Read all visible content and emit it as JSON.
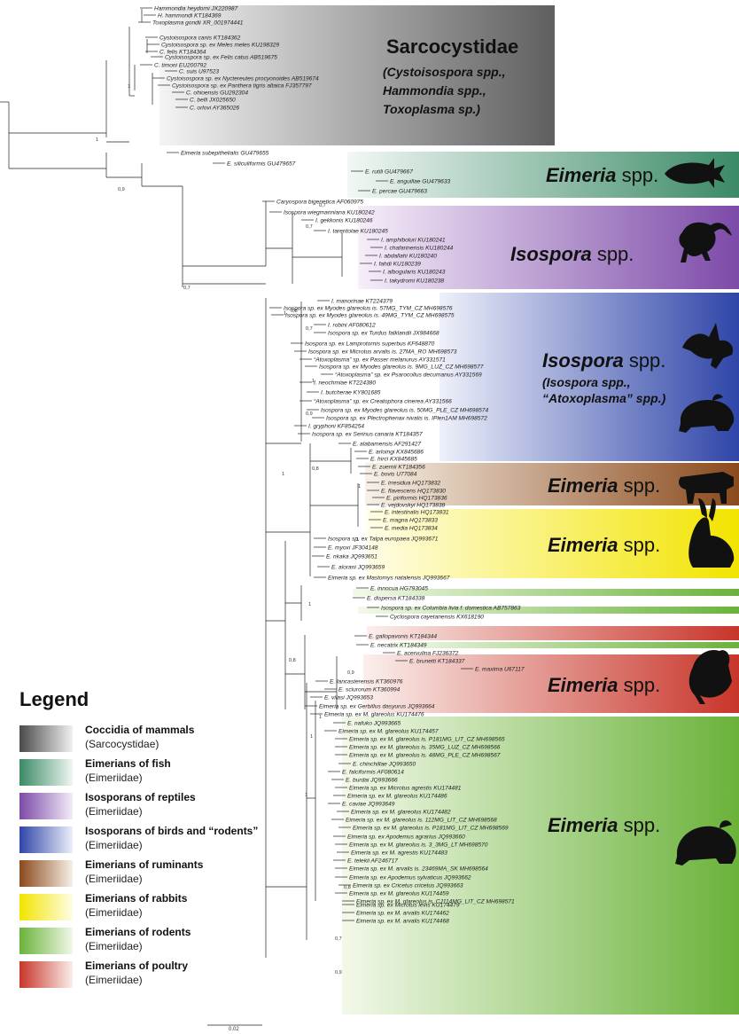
{
  "clades": [
    {
      "id": "sarco",
      "title": "Sarcocystidae",
      "lines": [
        "(Cystoisospora spp.,",
        "Hammondia spp.,",
        "Toxoplasma sp.)"
      ],
      "colors": [
        "#f4f4f4",
        "#5f5f5f"
      ]
    },
    {
      "id": "fish",
      "genus": "Eimeria",
      "spp": " spp.",
      "colors": [
        "#f2f8f5",
        "#3b8a66"
      ]
    },
    {
      "id": "reptile",
      "genus": "Isospora",
      "spp": " spp.",
      "colors": [
        "#f6eef9",
        "#7c4aa8"
      ]
    },
    {
      "id": "birds",
      "genus": "Isospora",
      "spp": " spp.",
      "sub1": "(Isospora spp.,",
      "sub2": "“Atoxoplasma” spp.)",
      "colors": [
        "#eef0fa",
        "#2f45a8"
      ]
    },
    {
      "id": "rumin",
      "genus": "Eimeria",
      "spp": " spp.",
      "colors": [
        "#f8f1e8",
        "#8a4a1c"
      ]
    },
    {
      "id": "rabbit",
      "genus": "Eimeria",
      "spp": " spp.",
      "colors": [
        "#fffde6",
        "#f2e400"
      ]
    },
    {
      "id": "poultry",
      "genus": "Eimeria",
      "spp": " spp.",
      "colors": [
        "#fbefec",
        "#c8352a"
      ]
    },
    {
      "id": "rodent",
      "genus": "Eimeria",
      "spp": " spp.",
      "colors": [
        "#f3f9ea",
        "#6ab23a"
      ]
    }
  ],
  "leaves": [
    "Hammondia heydorni JX220987",
    "H. hammondi KT184369",
    "Toxoplasma gondii XR_001974441",
    "Cystoisospora canis KT184362",
    "Cystoisospora sp. ex Meles meles KU198329",
    "C. felis KT184364",
    "Cystoisospora sp. ex Felis catus AB519675",
    "C. timoni EU200792",
    "C. suis U97523",
    "Cystoisospora sp. ex Nyctereutes procyonoides AB519674",
    "Cystoisospora sp. ex Panthera tigris altaica FJ357797",
    "C. ohioensis GU292304",
    "C. belli JX025650",
    "C. orlovi AY365026",
    "Eimeria subepithelialis GU479655",
    "E. siliculiformis GU479657",
    "E. rutili GU479667",
    "E. anguillae GU479633",
    "E. percae GU479663",
    "Caryospora bigenetica AF060975",
    "Isospora wiegmanniana KU180242",
    "I. gekkonis KU180246",
    "I. tarentolae KU180245",
    "I. amphiboluri KU180241",
    "I. chafarinensis KU180244",
    "I. abdallahi KU180240",
    "I. fahdi KU180239",
    "I. albogularis KU180243",
    "I. takydromi KU180238",
    "I. manorinae KT224379",
    "Isospora sp. ex Myodes glareolus is. 57MG_TYM_CZ MH698576",
    "Isospora sp. ex Myodes glareolus is. 49MG_TYM_CZ MH698575",
    "I. robini AF080612",
    "Isospora sp. ex Turdus falklandii JX984668",
    "Isospora sp. ex Lamprotornis superbus KF648870",
    "Isospora sp. ex Microtus arvalis is. 27MA_RO MH698573",
    "“Atoxoplasma” sp. ex Passer melanurus AY331571",
    "Isospora sp. ex Myodes glareolus is. 9MG_LUZ_CZ MH698577",
    "“Atoxoplasma” sp. ex Psarocolius decumanus AY331569",
    "I. neochmiae KT224380",
    "I. butcherae KY801685",
    "“Atoxoplasma” sp. ex Creatophora cinerea AY331566",
    "Isospora sp. ex Myodes glareolus is. 50MG_PLE_CZ MH698574",
    "Isospora sp. ex Plectrophenax nivalis is. IPlen1AM MH698572",
    "I. gryphoni KF854254",
    "Isospora sp. ex Serinus canaria KT184357",
    "E. alabamensis AF291427",
    "E. arloingi KX845686",
    "E. hirci KX845685",
    "E. zuernii KT184356",
    "E. bovis U77084",
    "E. irresidua HQ173832",
    "E. flavescens HQ173830",
    "E. piriformis HQ173836",
    "E. vejdovskyi HQ173838",
    "E. intestinalis HQ173831",
    "E. magna HQ173833",
    "E. media HQ173834",
    "Isospora sp. ex Talpa europaea JQ993671",
    "E. myoxi JF304148",
    "E. nkaka JQ993651",
    "E. alorani JQ993659",
    "Eimeria sp. ex Mastomys natalensis JQ993667",
    "E. innocua HG793045",
    "E. dispersa KT184338",
    "Isospora sp. ex Columbia livia f. domestica AB757863",
    "Cyclospora cayetanensis KX618190",
    "E. gallopavonis KT184344",
    "E. necatrix KT184349",
    "E. acervulina FJ236372",
    "E. brunetti KT184337",
    "E. maxima U67117",
    "E. lancasterensis KT360976",
    "E. sciurorum KT360994",
    "E. vilasi JQ993653",
    "Eimeria sp. ex Gerbillus dasyurus JQ993664",
    "Eimeria sp. ex M. glareolus KU174476",
    "E. nafuko JQ993665",
    "Eimeria sp. ex M. glareolus KU174457",
    "Eimeria sp. ex M. glareolus is. P181MG_LIT_CZ MH698565",
    "Eimeria sp. ex M. glareolus is. 35MG_LUZ_CZ MH698566",
    "Eimeria sp. ex M. glareolus is. 48MG_PLE_CZ MH698567",
    "E. chinchillae JQ993650",
    "E. falciformis AF080614",
    "E. burdai JQ993666",
    "Eimeria sp. ex Microtus agrestis KU174481",
    "Eimeria sp. ex M. glareolus KU174486",
    "E. caviae JQ993649",
    "Eimeria sp. ex M. glareolus KU174482",
    "Eimeria sp. ex M. glareolus is. 112MG_LIT_CZ MH698568",
    "Eimeria sp. ex M. glareolus is. P181MG_LIT_CZ MH698569",
    "Eimeria sp. ex Apodemus agrarius JQ993660",
    "Eimeria sp. ex M. glareolus is. 3_3MG_LT MH698570",
    "Eimeria sp. ex M. agrestis KU174483",
    "E. telekii AF246717",
    "Eimeria sp. ex M. arvalis is. 23469MA_SK MH698564",
    "Eimeria sp. ex Apodemus sylvaticus JQ993662",
    "Eimeria sp. ex Cricetus cricetus JQ993663",
    "Eimeria sp. ex M. glareolus KU174459",
    "Eimeria sp. ex M. glareolus is. CJ114MG_LIT_CZ MH698571",
    "Eimeria sp. ex Microtus levis KU174479",
    "Eimeria sp. ex M. arvalis KU174462",
    "Eimeria sp. ex M. arvalis KU174468"
  ],
  "support": [
    {
      "v": "1"
    },
    {
      "v": "1"
    },
    {
      "v": "0,9"
    },
    {
      "v": "0,7"
    },
    {
      "v": "0,7"
    },
    {
      "v": "0,7"
    },
    {
      "v": "0,7"
    },
    {
      "v": "1"
    },
    {
      "v": "0,8"
    },
    {
      "v": "1"
    },
    {
      "v": "0,9"
    },
    {
      "v": "0,8"
    },
    {
      "v": "1"
    },
    {
      "v": "1"
    },
    {
      "v": "1"
    },
    {
      "v": "0,8"
    },
    {
      "v": "0,9"
    },
    {
      "v": "1"
    },
    {
      "v": "1"
    },
    {
      "v": "1"
    },
    {
      "v": "1"
    },
    {
      "v": "0,8"
    },
    {
      "v": "0,7"
    },
    {
      "v": "0,9"
    }
  ],
  "legend": {
    "title": "Legend",
    "items": [
      {
        "label": "Coccidia of mammals",
        "sub": "(Sarcocystidae)",
        "colors": [
          "#4a4a4a",
          "#f1f1f1"
        ]
      },
      {
        "label": "Eimerians of fish",
        "sub": "(Eimeriidae)",
        "colors": [
          "#3b8a66",
          "#eef6f1"
        ]
      },
      {
        "label": "Isosporans of reptiles",
        "sub": "(Eimeriidae)",
        "colors": [
          "#7c4aa8",
          "#f3ecf8"
        ]
      },
      {
        "label": "Isosporans of birds and “rodents”",
        "sub": "(Eimeriidae)",
        "colors": [
          "#2f45a8",
          "#eceffa"
        ]
      },
      {
        "label": "Eimerians of ruminants",
        "sub": "(Eimeriidae)",
        "colors": [
          "#8a4a1c",
          "#f7efe6"
        ]
      },
      {
        "label": "Eimerians of rabbits",
        "sub": "(Eimeriidae)",
        "colors": [
          "#f2e400",
          "#fffde4"
        ]
      },
      {
        "label": "Eimerians of rodents",
        "sub": "(Eimeriidae)",
        "colors": [
          "#6ab23a",
          "#f1f8e8"
        ]
      },
      {
        "label": "Eimerians of poultry",
        "sub": "(Eimeriidae)",
        "colors": [
          "#c8352a",
          "#fbeeeb"
        ]
      }
    ]
  },
  "scale_bar": {
    "label": "0.02"
  }
}
